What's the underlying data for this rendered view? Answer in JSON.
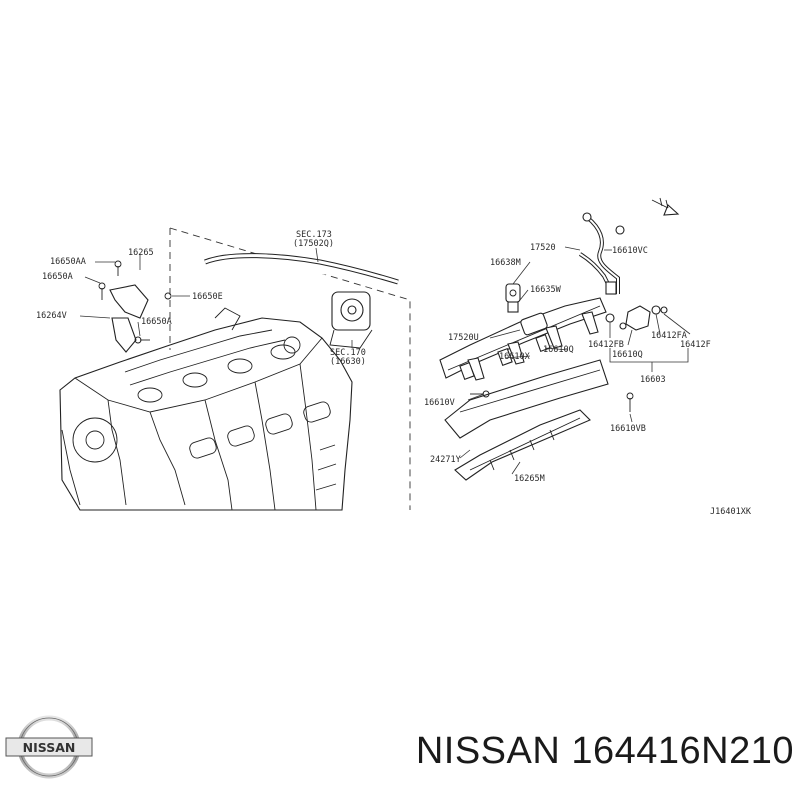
{
  "diagram": {
    "labels": {
      "sec173": "SEC.173",
      "sec173_ref": "(17502Q)",
      "p16650AA": "16650AA",
      "p16265": "16265",
      "p16650A_top": "16650A",
      "p16650E": "16650E",
      "p16264V": "16264V",
      "p16650A_bot": "16650A",
      "sec170": "SEC.170",
      "sec170_ref": "(16630)",
      "p17520": "17520",
      "p16610VC": "16610VC",
      "p16638M": "16638M",
      "p16635W": "16635W",
      "p17520U": "17520U",
      "p16610Q_a": "16610Q",
      "p16610X": "16610X",
      "p16412FB": "16412FB",
      "p16412FA": "16412FA",
      "p16412F": "16412F",
      "p16610Q_b": "16610Q",
      "p16603": "16603",
      "p16610V": "16610V",
      "p16610VB": "16610VB",
      "p24271Y": "24271Y",
      "p16265M": "16265M",
      "ref_code": "J16401XK"
    }
  },
  "brand": {
    "logo_text": "NISSAN",
    "caption": "NISSAN 164416N210"
  }
}
